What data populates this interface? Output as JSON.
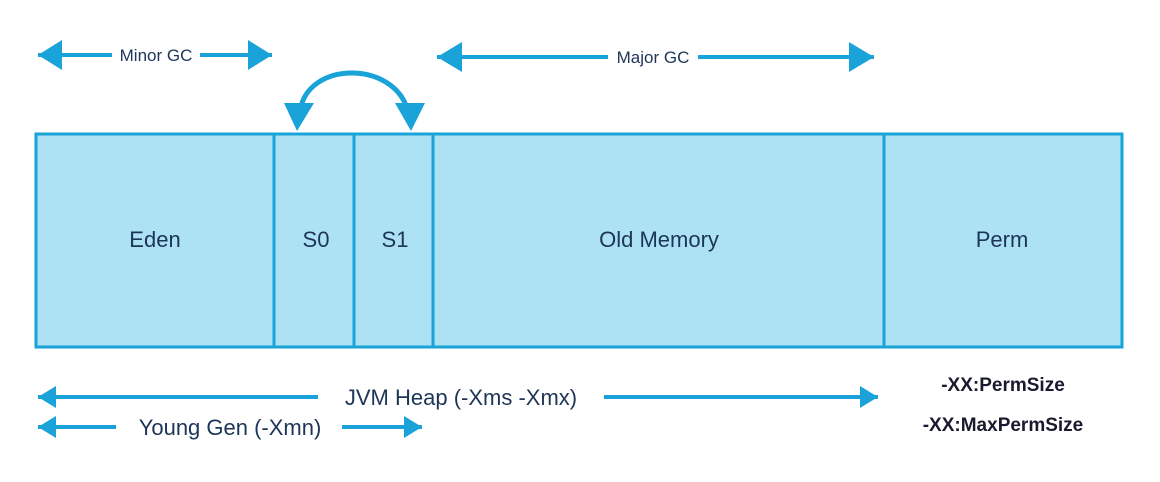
{
  "colors": {
    "region_fill": "#ace2f3",
    "region_stroke": "#1aa3d9",
    "arrow": "#1aa3d9",
    "text": "#1d3557",
    "flag_text": "#1a1a2e"
  },
  "regions": {
    "eden": "Eden",
    "s0": "S0",
    "s1": "S1",
    "old_memory": "Old Memory",
    "perm": "Perm"
  },
  "gc": {
    "minor": "Minor GC",
    "major": "Major GC"
  },
  "spans": {
    "jvm_heap": "JVM Heap (-Xms -Xmx)",
    "young_gen": "Young Gen (-Xmn)"
  },
  "perm_flags": {
    "perm_size": "-XX:PermSize",
    "max_perm_size": "-XX:MaxPermSize"
  }
}
